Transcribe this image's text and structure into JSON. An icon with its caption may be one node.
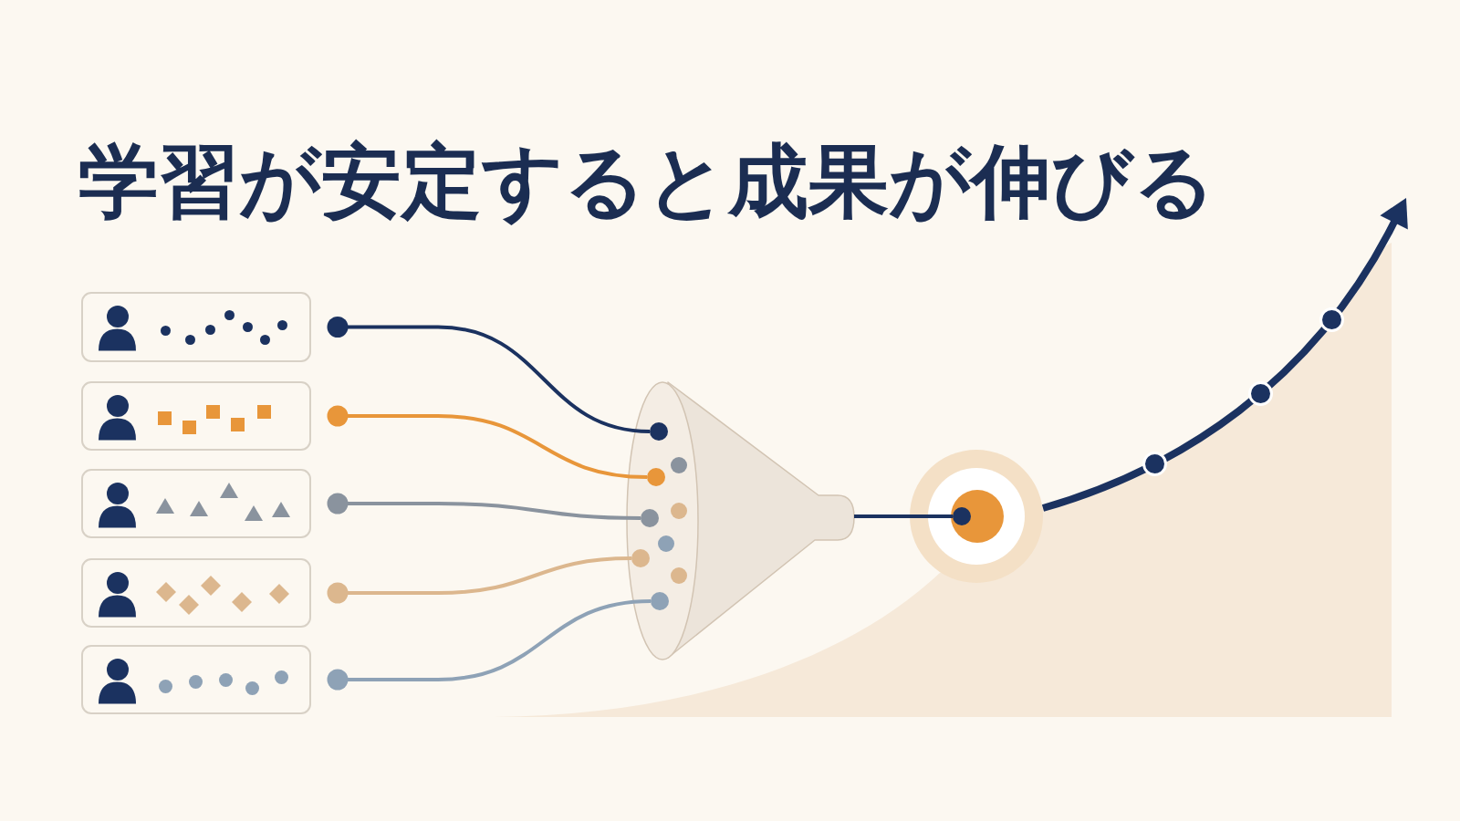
{
  "diagram": {
    "title": "学習が安定すると成果が伸びる",
    "nodes": [
      {
        "text": [],
        "shape": "box"
      },
      {
        "text": [],
        "shape": "box"
      },
      {
        "text": [],
        "shape": "box"
      },
      {
        "text": [],
        "shape": "box"
      },
      {
        "text": [],
        "shape": "box"
      },
      {
        "text": [],
        "shape": "funnel"
      },
      {
        "text": [],
        "shape": "circle"
      }
    ],
    "edges": [
      {
        "from": 0,
        "to": 5,
        "arrow": "other"
      },
      {
        "from": 1,
        "to": 5,
        "arrow": "other",
        "color": "#e8963a"
      },
      {
        "from": 2,
        "to": 5,
        "arrow": "other",
        "color": "#8a939e"
      },
      {
        "from": 3,
        "to": 5,
        "arrow": "other",
        "color": "#dcb78e"
      },
      {
        "from": 4,
        "to": 5,
        "arrow": "other",
        "color": "#8ea2b6"
      },
      {
        "from": 5,
        "to": 6,
        "arrow": "none"
      },
      {
        "from": 6,
        "to": null,
        "arrow": "to",
        "style": "thick"
      }
    ]
  }
}
